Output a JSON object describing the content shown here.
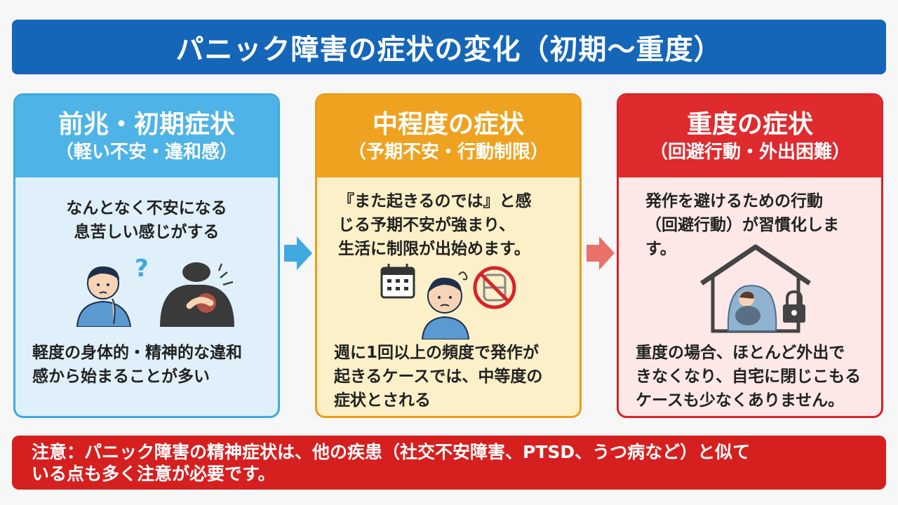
{
  "title": "パニック障害の症状の変化（初期〜重度）",
  "panels": [
    {
      "title": "前兆・初期症状",
      "subtitle": "（軽い不安・違和感）",
      "top_text": [
        "なんとなく不安になる",
        "息苦しい感じがする"
      ],
      "bottom_text": [
        "軽度の身体的・精神的な違和",
        "感から始まることが多い"
      ],
      "icons": [
        "worried-person-icon",
        "question-mark-icon",
        "chest-pain-icon"
      ]
    },
    {
      "title": "中程度の症状",
      "subtitle": "（予期不安・行動制限）",
      "top_text": [
        "『また起きるのでは』と感",
        "じる予期不安が強まり、",
        "生活に制限が出始めます。"
      ],
      "bottom_text": [
        "週に1回以上の頻度で発作が",
        "起きるケースでは、中等度の",
        "症状とされる"
      ],
      "icons": [
        "calendar-icon",
        "anxious-person-icon",
        "no-train-icon"
      ]
    },
    {
      "title": "重度の症状",
      "subtitle": "（回避行動・外出困難）",
      "top_text": [
        "発作を避けるための行動",
        "（回避行動）が習慣化しま",
        "す。"
      ],
      "bottom_text": [
        "重度の場合、ほとんど外出で",
        "きなくなり、自宅に閉じこもる",
        "ケースも少なくありません。"
      ],
      "icons": [
        "house-icon",
        "hiding-person-icon",
        "padlock-icon"
      ]
    }
  ],
  "note": [
    "注意：パニック障害の精神症状は、他の疾患（社交不安障害、PTSD、うつ病など）と似て",
    "いる点も多く注意が必要です。"
  ],
  "colors": {
    "title_bar": "#1565b8",
    "stage1": "#4eb3e6",
    "stage2": "#eea21f",
    "stage3": "#df2a2e",
    "note_bar": "#d61f1f"
  }
}
